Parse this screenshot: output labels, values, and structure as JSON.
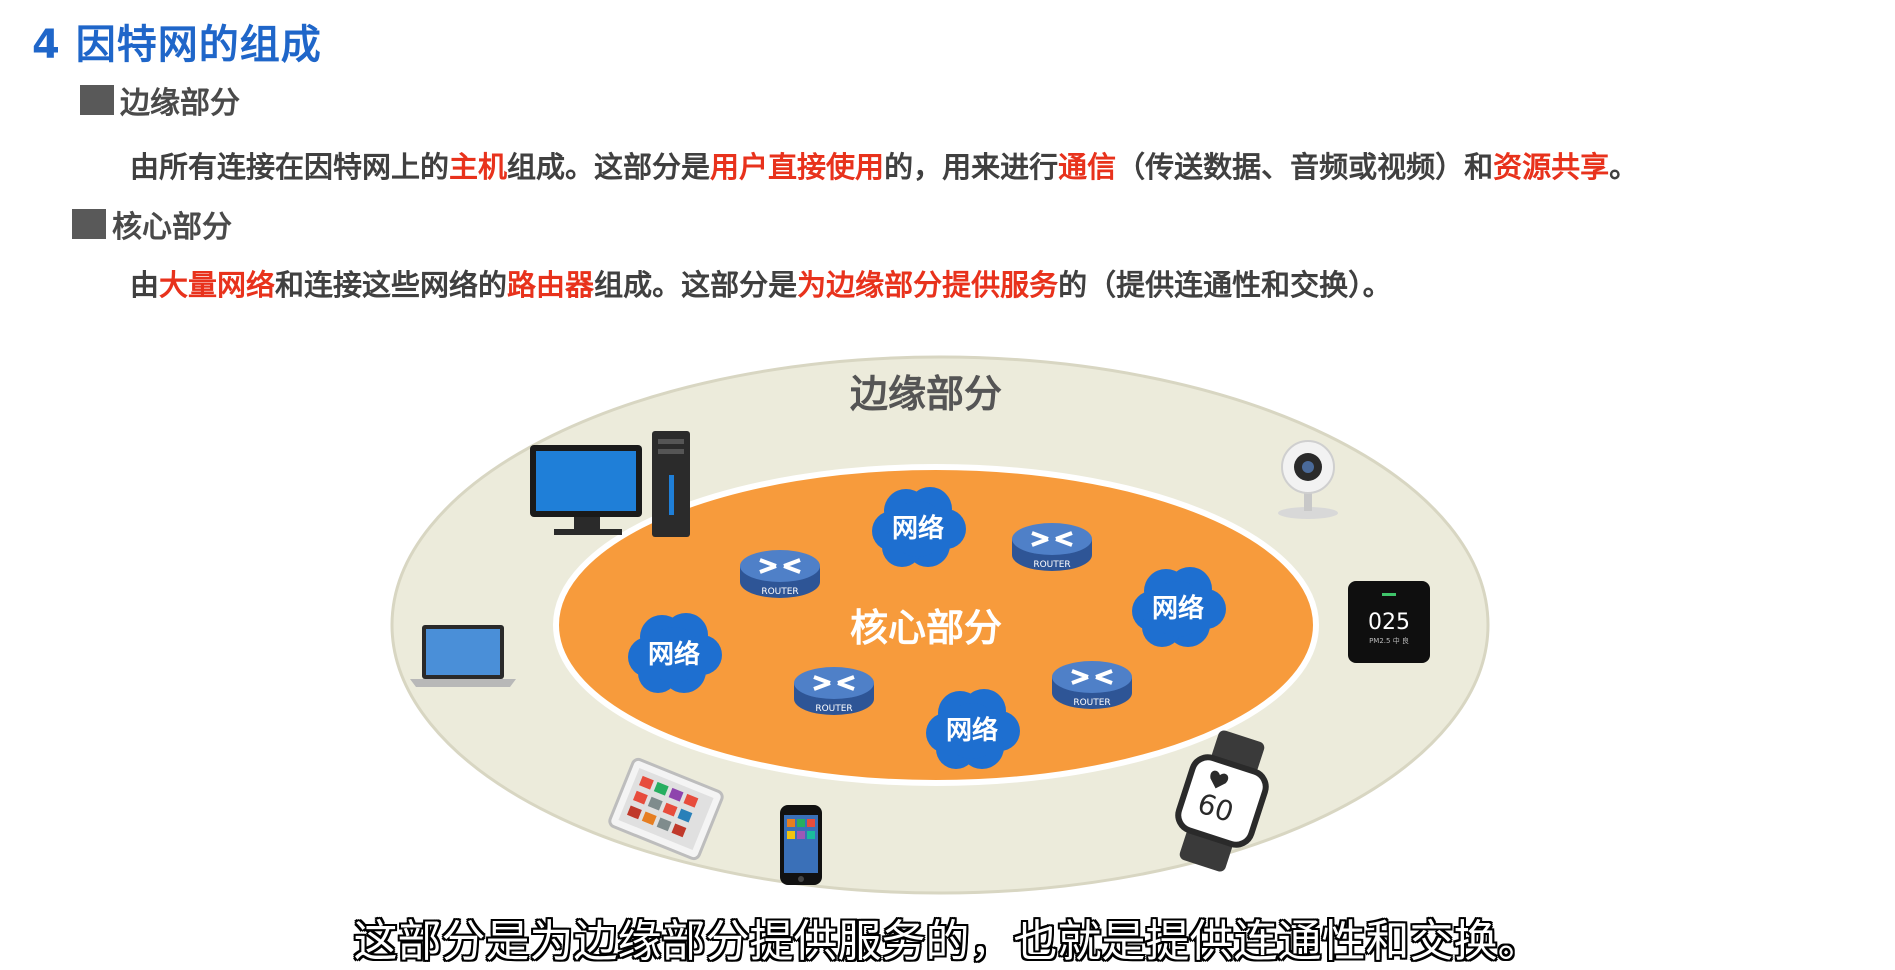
{
  "title": "4 因特网的组成",
  "edge_section": {
    "heading": "边缘部分",
    "desc": [
      {
        "text": "由所有连接在因特网上的",
        "hl": false
      },
      {
        "text": "主机",
        "hl": true
      },
      {
        "text": "组成。这部分是",
        "hl": false
      },
      {
        "text": "用户直接使用",
        "hl": true
      },
      {
        "text": "的，用来进行",
        "hl": false
      },
      {
        "text": "通信",
        "hl": true
      },
      {
        "text": "（传送数据、音频或视频）和",
        "hl": false
      },
      {
        "text": "资源共享",
        "hl": true
      },
      {
        "text": "。",
        "hl": false
      }
    ]
  },
  "core_section": {
    "heading": "核心部分",
    "desc": [
      {
        "text": "由",
        "hl": false
      },
      {
        "text": "大量网络",
        "hl": true
      },
      {
        "text": "和连接这些网络的",
        "hl": false
      },
      {
        "text": "路由器",
        "hl": true
      },
      {
        "text": "组成。这部分是",
        "hl": false
      },
      {
        "text": "为边缘部分提供服务",
        "hl": true
      },
      {
        "text": "的（提供连通性和交换）。",
        "hl": false
      }
    ]
  },
  "diagram": {
    "outer_label": "边缘部分",
    "inner_label": "核心部分",
    "network_label": "网络",
    "router_label": "ROUTER",
    "camera_display": "025",
    "camera_subtext": "PM2.5 中 良",
    "watch_display": "60",
    "colors": {
      "outer_fill": "#ecebdb",
      "core_fill": "#f79b3c",
      "cloud_fill": "#1e6fd0",
      "router_fill": "#3f6fb8",
      "highlight": "#e8321c",
      "title": "#1f66c9"
    },
    "devices": [
      "desktop-computer-icon",
      "laptop-icon",
      "tablet-icon",
      "smartphone-icon",
      "smartwatch-icon",
      "air-monitor-icon",
      "webcam-icon"
    ]
  },
  "subtitle": "这部分是为边缘部分提供服务的，也就是提供连通性和交换。"
}
